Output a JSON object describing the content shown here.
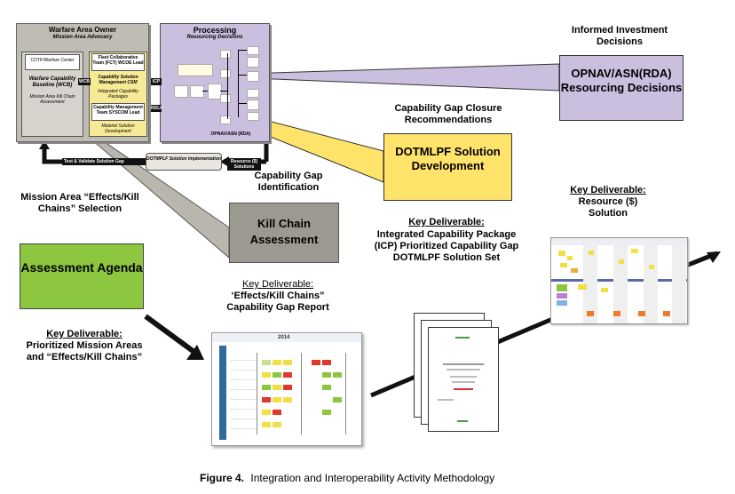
{
  "warfare_owner": {
    "title": "Warfare Area Owner",
    "subtitle": "Mission Area Advocacy",
    "cotf_label": "COTF/Warfare Center",
    "wcb_label": "Warfare Capability Baseline (WCB)",
    "wcb_sub": "Mission Area Kill Chain Assessment",
    "fct_label": "Fleet Collaborative Team (FCT) WCOE Lead",
    "csm_label": "Capability Solution Management CSM",
    "icp_inner_label": "Integrated Capability Packages",
    "cmt_label": "Capability Management Team SYSCOM Lead",
    "materiel_label": "Materiel Solution Development"
  },
  "processing": {
    "title": "Processing",
    "subtitle": "Resourcing Decisions",
    "footer": "OPNAV/ASN (RDA)"
  },
  "small_labels": {
    "wcb_arrow": "WCB",
    "icp": "ICP",
    "rdlp": "RDLP",
    "test_validate": "Test & Validate Solution Gap",
    "dotmplf_impl": "DOTMPLF Solution Implementation",
    "resource_solutions": "Resource ($) Solutions"
  },
  "headers": {
    "informed_investment": "Informed Investment Decisions",
    "gap_closure": "Capability Gap Closure Recommendations",
    "gap_identification": "Capability Gap Identification",
    "mission_selection": "Mission Area “Effects/Kill Chains” Selection"
  },
  "callouts": {
    "opnav": "OPNAV/ASN(RDA) Resourcing Decisions",
    "dotmlpf": "DOTMLPF Solution Development",
    "kill_chain": "Kill Chain Assessment",
    "assessment_agenda": "Assessment Agenda"
  },
  "deliverables": {
    "label": "Key Deliverable:",
    "resource": "Resource ($) Solution",
    "icp": "Integrated Capability Package (ICP) Prioritized Capability Gap DOTMLPF Solution Set",
    "effects": "‘Effects/Kill Chains” Capability Gap Report",
    "mission": "Prioritized Mission Areas and “Effects/Kill Chains”"
  },
  "thumb": {
    "year": "2014"
  },
  "caption": {
    "label": "Figure 4.",
    "text": "Integration and Interoperability Activity Methodology"
  },
  "colors": {
    "lavender": "#cbbfdf",
    "yellow": "#ffe36b",
    "gray": "#9c9a90",
    "green": "#8dc63f",
    "dark": "#1a1a1a"
  }
}
